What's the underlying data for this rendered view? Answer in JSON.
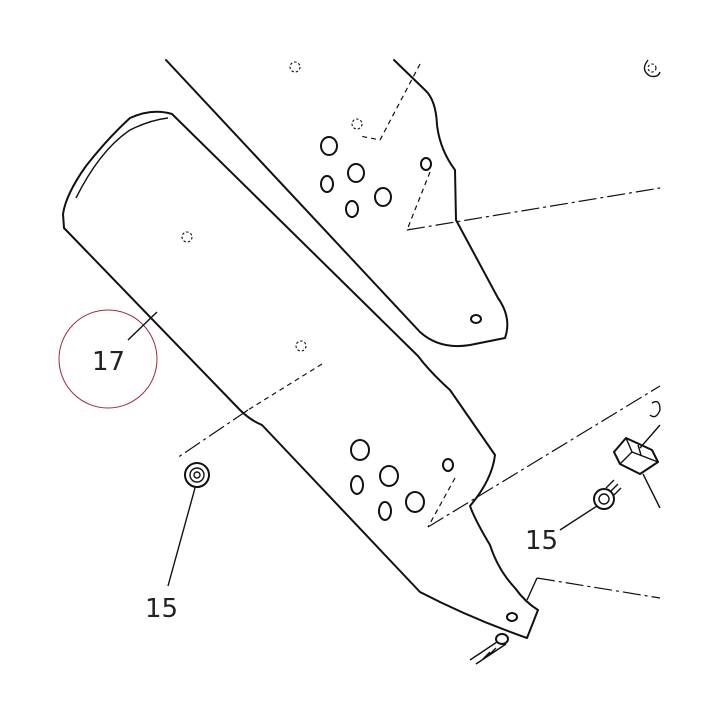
{
  "labels": {
    "callout_main": "17",
    "part_left_screw": "15",
    "part_right_screw": "15"
  },
  "colors": {
    "outline": "#111111",
    "callout_ring": "#a0283c",
    "background": "#ffffff"
  }
}
